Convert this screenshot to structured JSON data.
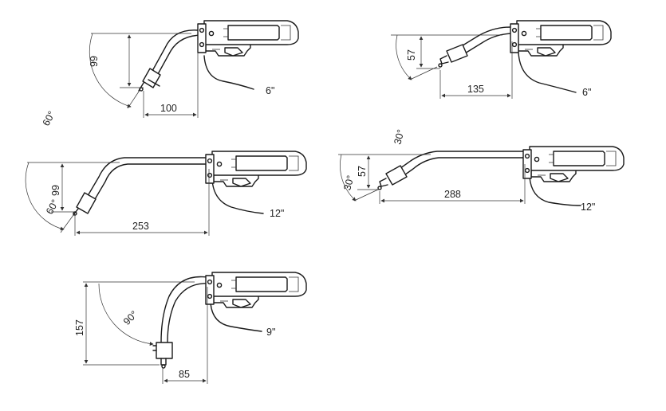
{
  "figures": [
    {
      "id": "torch-6-60",
      "length_label": "6\"",
      "angle_label": "60°",
      "height_label": "99",
      "width_label": "100"
    },
    {
      "id": "torch-6-30",
      "length_label": "6\"",
      "angle_label": "30°",
      "height_label": "57",
      "width_label": "135"
    },
    {
      "id": "torch-12-60",
      "length_label": "12\"",
      "angle_label": "60°",
      "height_label": "99",
      "width_label": "253"
    },
    {
      "id": "torch-12-30",
      "length_label": "12\"",
      "angle_label": "30°",
      "height_label": "57",
      "width_label": "288"
    },
    {
      "id": "torch-9-90",
      "length_label": "9\"",
      "angle_label": "90°",
      "height_label": "157",
      "width_label": "85"
    }
  ]
}
